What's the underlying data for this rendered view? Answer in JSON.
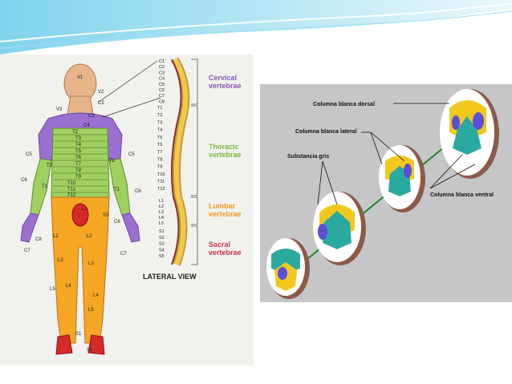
{
  "body_map": {
    "head_labels": [
      "V1",
      "V2",
      "V3",
      "C2",
      "C3",
      "C4"
    ],
    "thoracic_labels": [
      "T2",
      "T3",
      "T4",
      "T5",
      "T6",
      "T7",
      "T8",
      "T9",
      "T10",
      "T11",
      "T12"
    ],
    "arm_labels": [
      "C5",
      "C5",
      "C6",
      "C6",
      "T2",
      "T2",
      "T1",
      "T1",
      "C8",
      "C8",
      "C7",
      "C7"
    ],
    "lower_labels": [
      "L1",
      "S3",
      "L2",
      "L2",
      "L3",
      "L3",
      "L4",
      "L4",
      "L5",
      "L5",
      "S1",
      "S1"
    ]
  },
  "spine": {
    "cervical_labels": [
      "C1",
      "C2",
      "C3",
      "C4",
      "C5",
      "C6",
      "C7",
      "C8"
    ],
    "thoracic_labels": [
      "T1",
      "T2",
      "T3",
      "T4",
      "T5",
      "T6",
      "T7",
      "T8",
      "T9",
      "T10",
      "T11",
      "T12"
    ],
    "lumbar_labels": [
      "L1",
      "L2",
      "L3",
      "L4",
      "L5"
    ],
    "sacral_labels": [
      "S1",
      "S2",
      "S3",
      "S4",
      "S5"
    ],
    "regions": [
      {
        "line1": "Cervical",
        "line2": "vertebrae",
        "color": "#8a59b5"
      },
      {
        "line1": "Thoracic",
        "line2": "vertebrae",
        "color": "#79b83a"
      },
      {
        "line1": "Lumbar",
        "line2": "vertebrae",
        "color": "#ee9b1e"
      },
      {
        "line1": "Sacral",
        "line2": "vertebrae",
        "color": "#c8324a"
      }
    ],
    "caption": "LATERAL VIEW"
  },
  "cord_diagram": {
    "labels": {
      "dorsal": "Columna blanca dorsal",
      "lateral": "Columna blanca lateral",
      "gray": "Substancia gris",
      "ventral": "Columna blanca ventral"
    }
  },
  "colors": {
    "purple": "#9a6fd0",
    "green": "#9fd060",
    "orange": "#f5a623",
    "skin": "#e8b48a",
    "teal": "#2aa9a0",
    "yellow": "#f2c81e",
    "blue": "#5a4fd6"
  }
}
